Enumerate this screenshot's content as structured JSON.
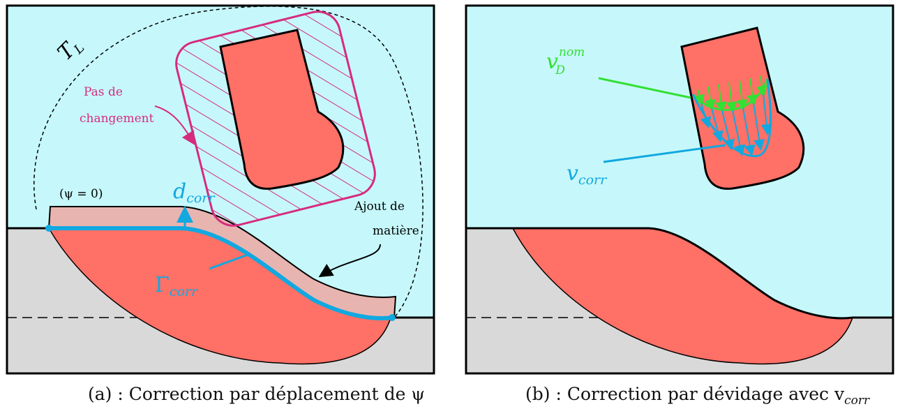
{
  "panel_a": {
    "caption": "(a) : Correction par déplacement de ψ",
    "tl_label": {
      "main": "T",
      "sub": "L"
    },
    "no_change_line1": "Pas de",
    "no_change_line2": "changement",
    "psi_label": "(ψ = 0)",
    "dcorr_label": {
      "main": "d",
      "sub": "corr"
    },
    "gamma_label": {
      "main": "Γ",
      "sub": "corr"
    },
    "ajout_line1": "Ajout de",
    "ajout_line2": "matière"
  },
  "panel_b": {
    "caption": "(b) : Correction par dévidage avec v",
    "caption_sub": "corr",
    "vnom_label": {
      "main": "v",
      "sub": "D",
      "sup": "nom"
    },
    "vcorr_label": {
      "main": "v",
      "sub": "corr"
    }
  },
  "colors": {
    "background": "#c6f8fb",
    "substrate": "#d9d9d9",
    "bead": "#ff7066",
    "added_material": "#e8b4b0",
    "correction": "#12a8e0",
    "magenta": "#d62b7f",
    "green": "#33e033",
    "outline": "#000000"
  }
}
